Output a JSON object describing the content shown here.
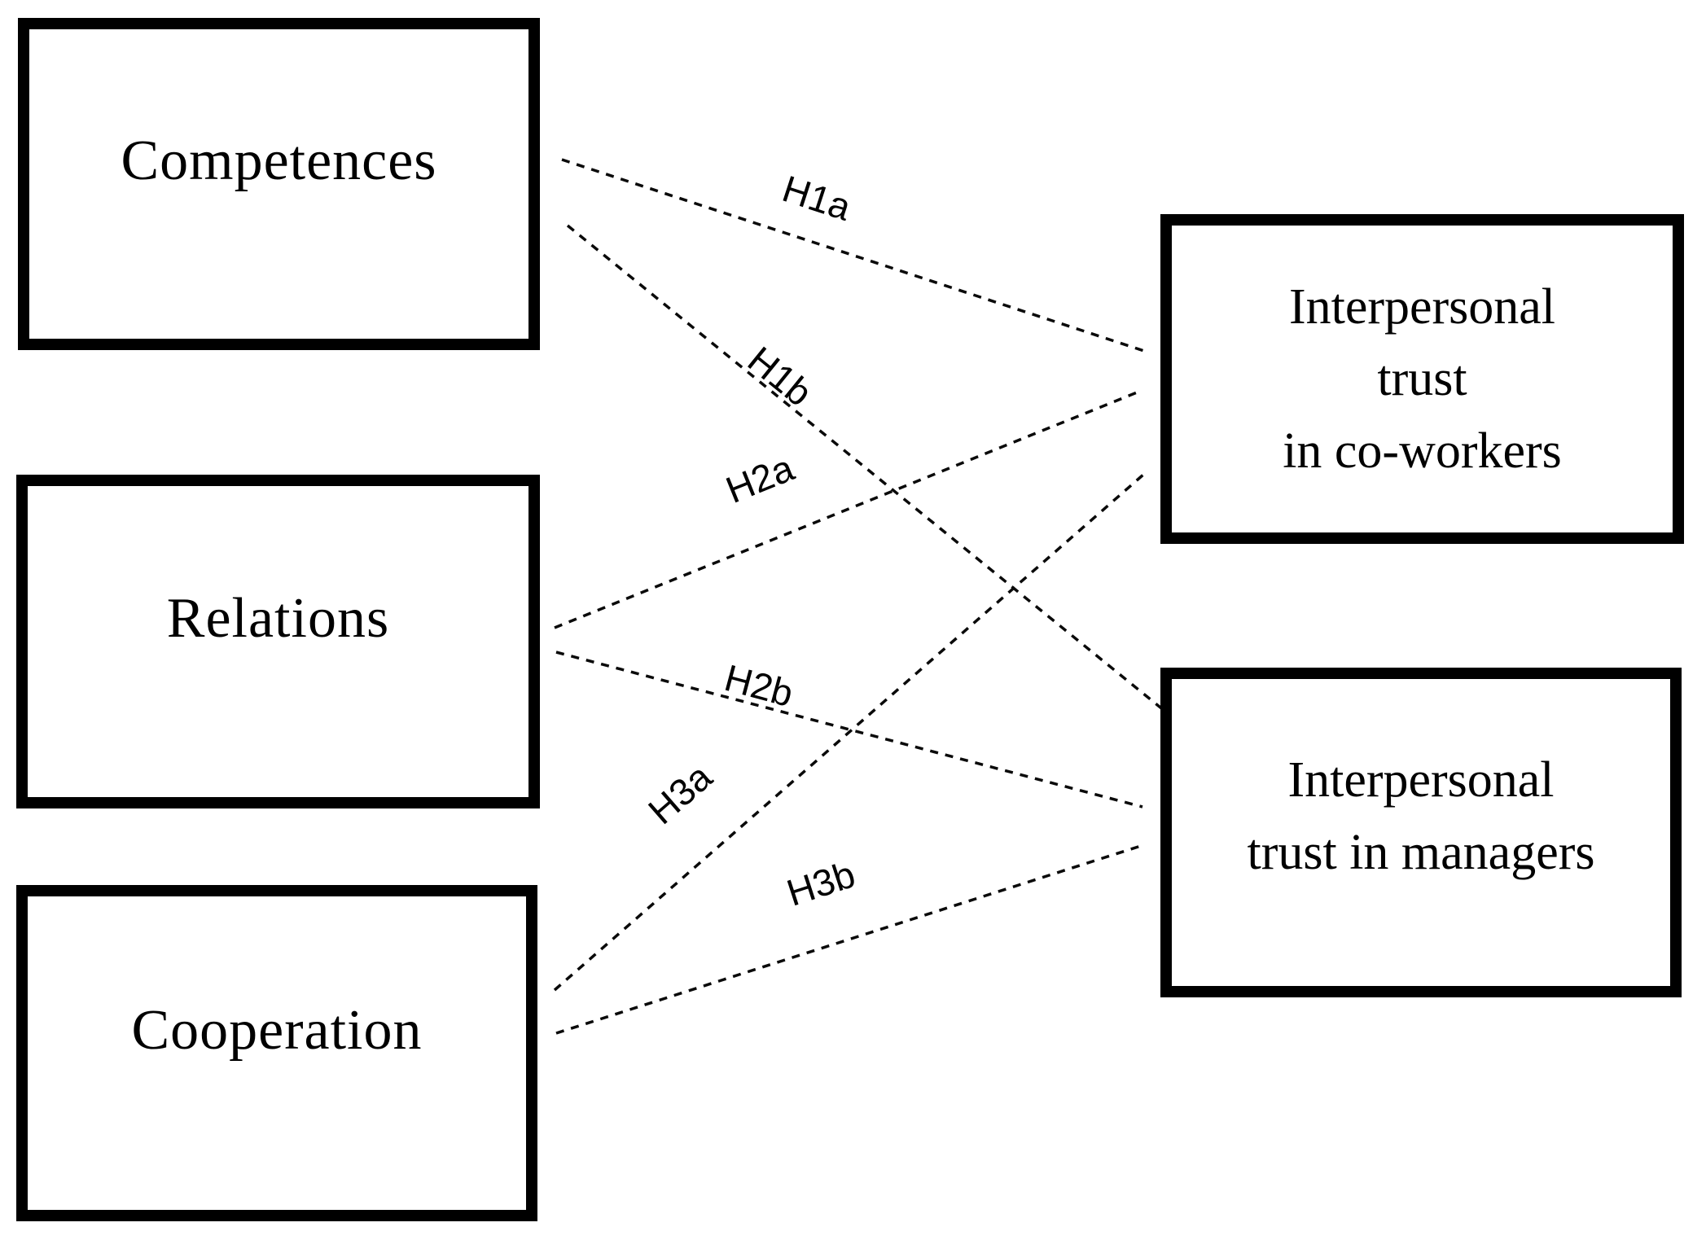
{
  "diagram": {
    "background_color": "#ffffff",
    "stroke_color": "#000000",
    "line_style": "dashed",
    "nodes": {
      "competences": {
        "label": "Competences"
      },
      "relations": {
        "label": "Relations"
      },
      "cooperation": {
        "label": "Cooperation"
      },
      "trust_coworkers": {
        "line1": "Interpersonal",
        "line2": "trust",
        "line3": "in co-workers"
      },
      "trust_managers": {
        "line1": "Interpersonal",
        "line2": "trust in managers"
      }
    },
    "edges": {
      "h1a": {
        "label": "H1a",
        "from": "Competences",
        "to": "Interpersonal trust in co-workers"
      },
      "h1b": {
        "label": "H1b",
        "from": "Competences",
        "to": "Interpersonal trust in managers"
      },
      "h2a": {
        "label": "H2a",
        "from": "Relations",
        "to": "Interpersonal trust in co-workers"
      },
      "h2b": {
        "label": "H2b",
        "from": "Relations",
        "to": "Interpersonal trust in managers"
      },
      "h3a": {
        "label": "H3a",
        "from": "Cooperation",
        "to": "Interpersonal trust in co-workers"
      },
      "h3b": {
        "label": "H3b",
        "from": "Cooperation",
        "to": "Interpersonal trust in managers"
      }
    }
  }
}
